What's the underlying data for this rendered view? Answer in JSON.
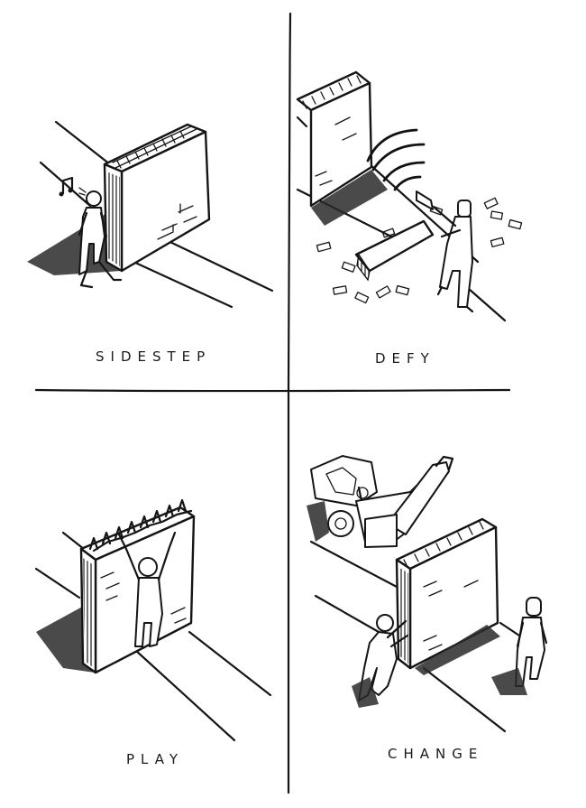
{
  "panels": [
    {
      "id": "sidestep",
      "caption": "SIDESTEP"
    },
    {
      "id": "defy",
      "caption": "DEFY"
    },
    {
      "id": "play",
      "caption": "PLAY"
    },
    {
      "id": "change",
      "caption": "CHANGE"
    }
  ],
  "colors": {
    "ink": "#151515",
    "paper": "#ffffff"
  },
  "icons": [
    "music-note-icon",
    "megaphone-icon",
    "crane-icon"
  ]
}
